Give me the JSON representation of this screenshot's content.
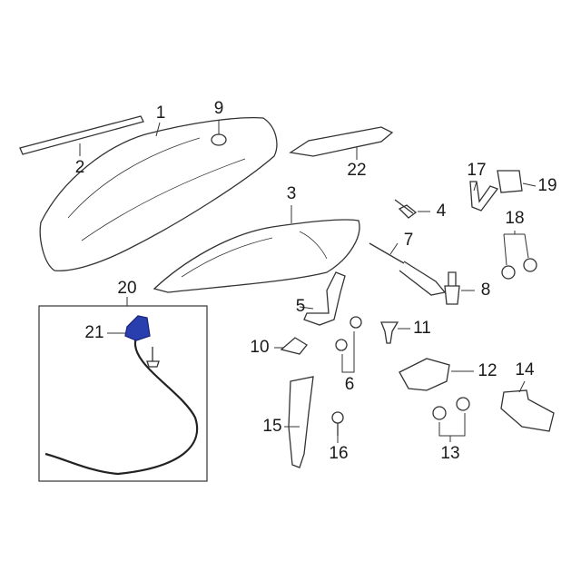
{
  "diagram": {
    "title": "Hood components parts diagram",
    "accent_color": "#2a3fae",
    "callouts": [
      {
        "id": "1",
        "text": "1"
      },
      {
        "id": "2",
        "text": "2"
      },
      {
        "id": "3",
        "text": "3"
      },
      {
        "id": "4",
        "text": "4"
      },
      {
        "id": "5",
        "text": "5"
      },
      {
        "id": "6",
        "text": "6"
      },
      {
        "id": "7",
        "text": "7"
      },
      {
        "id": "8",
        "text": "8"
      },
      {
        "id": "9",
        "text": "9"
      },
      {
        "id": "10",
        "text": "10"
      },
      {
        "id": "11",
        "text": "11"
      },
      {
        "id": "12",
        "text": "12"
      },
      {
        "id": "13",
        "text": "13"
      },
      {
        "id": "14",
        "text": "14"
      },
      {
        "id": "15",
        "text": "15"
      },
      {
        "id": "16",
        "text": "16"
      },
      {
        "id": "17",
        "text": "17"
      },
      {
        "id": "18",
        "text": "18"
      },
      {
        "id": "19",
        "text": "19"
      },
      {
        "id": "20",
        "text": "20"
      },
      {
        "id": "21",
        "text": "21"
      },
      {
        "id": "22",
        "text": "22"
      }
    ]
  }
}
